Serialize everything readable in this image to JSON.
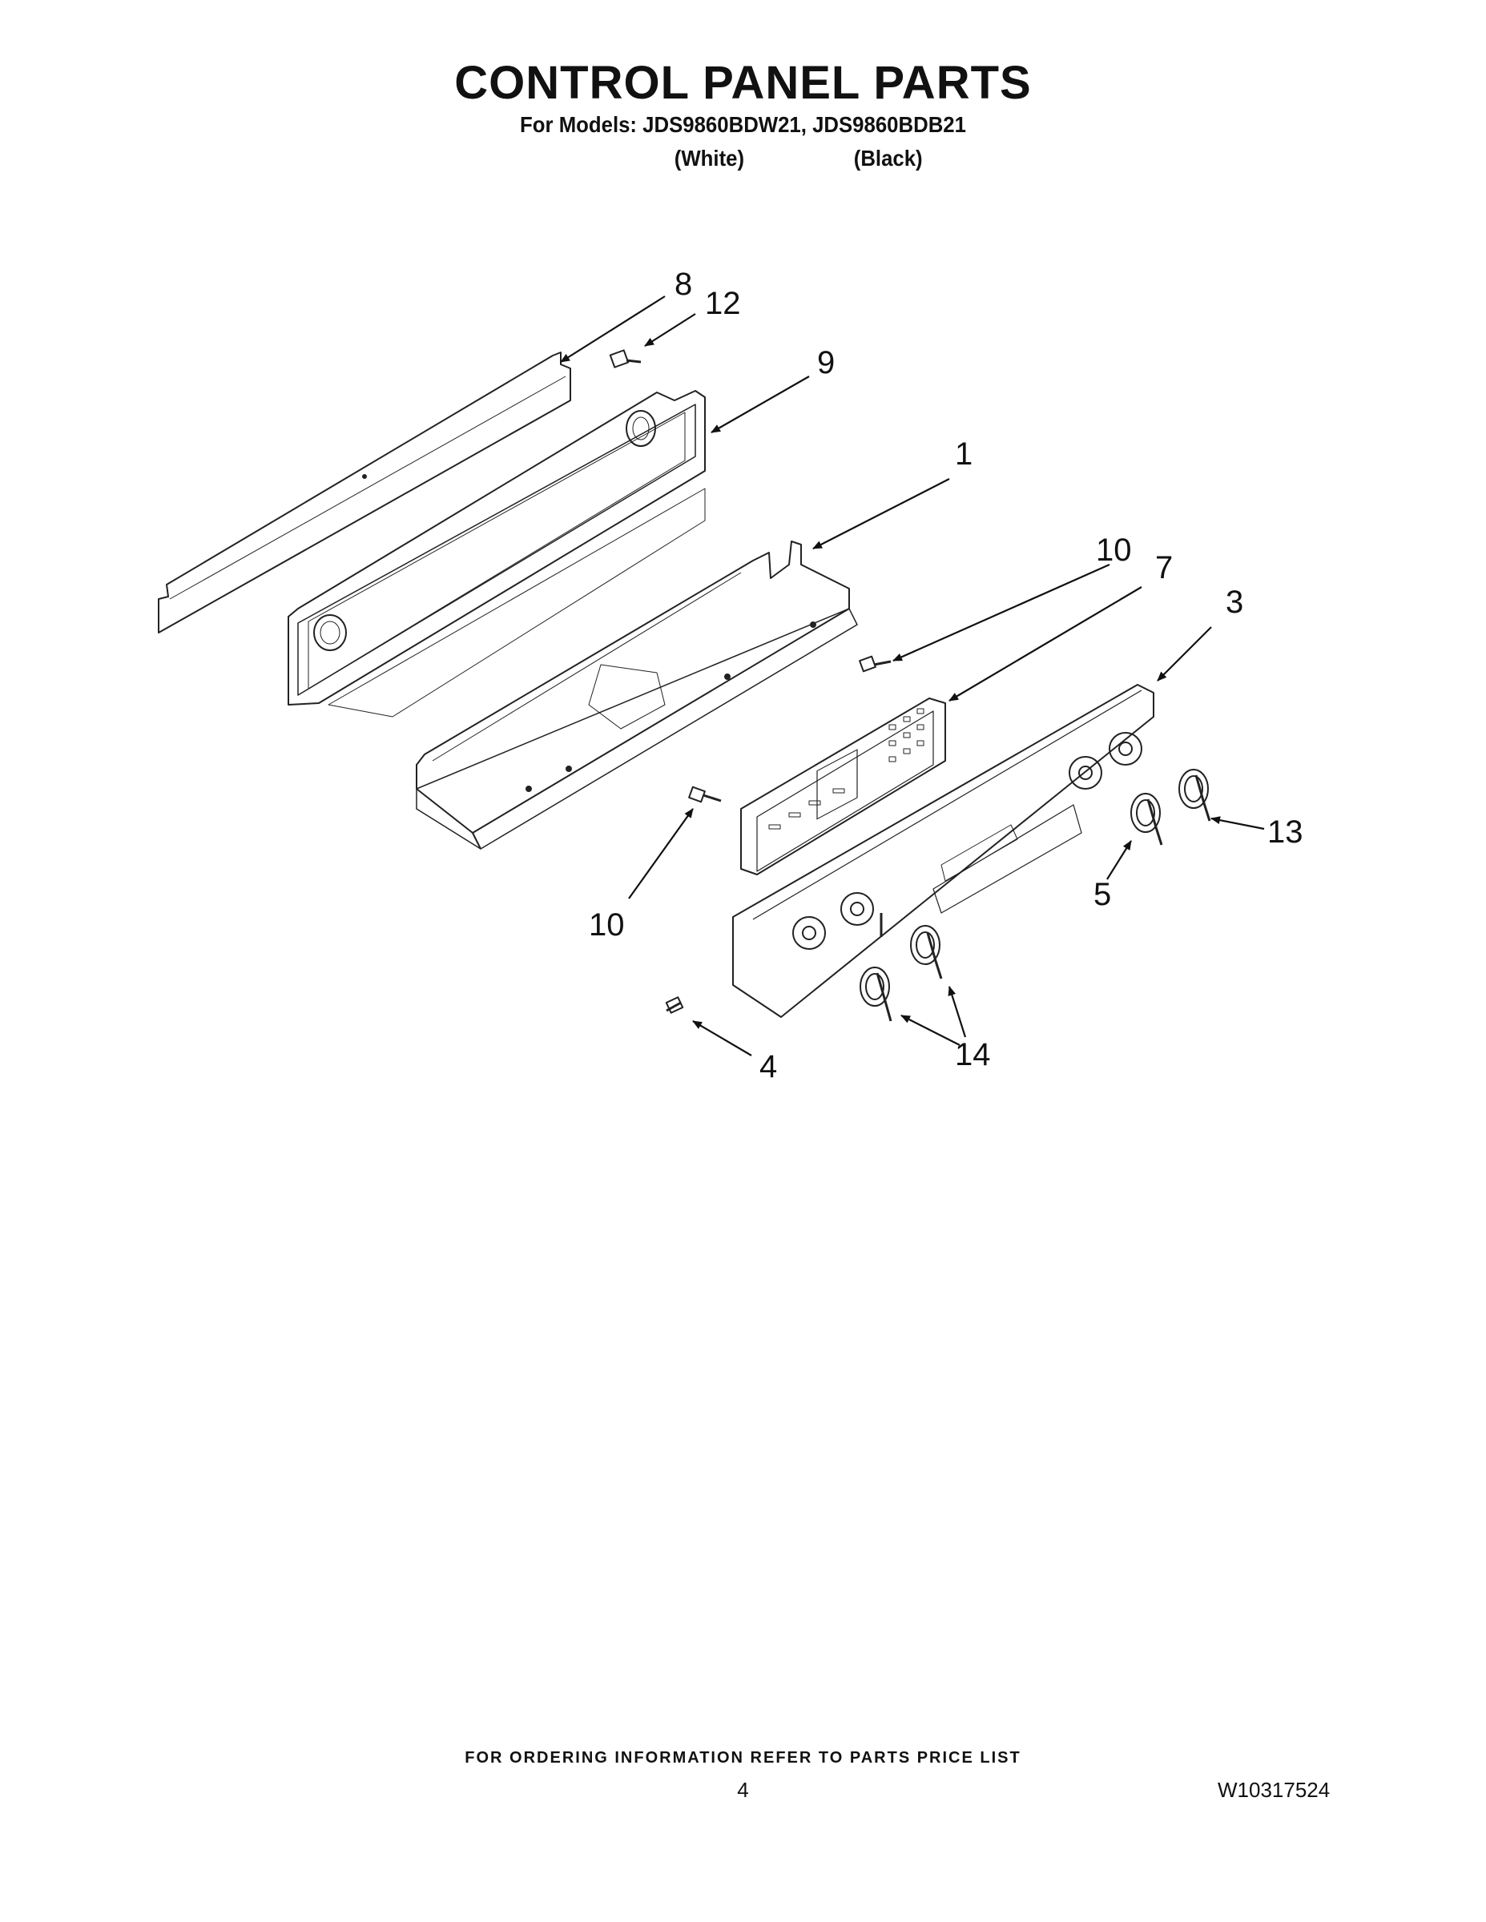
{
  "header": {
    "title": "CONTROL PANEL PARTS",
    "models_line": "For Models: JDS9860BDW21, JDS9860BDB21",
    "variant_white": "(White)",
    "variant_black": "(Black)"
  },
  "callouts": {
    "c8": "8",
    "c12": "12",
    "c9": "9",
    "c1": "1",
    "c10a": "10",
    "c7": "7",
    "c3": "3",
    "c13": "13",
    "c5": "5",
    "c10b": "10",
    "c4": "4",
    "c14": "14"
  },
  "footer": {
    "ordering_note": "FOR ORDERING INFORMATION REFER TO PARTS PRICE LIST",
    "page_number": "4",
    "document_number": "W10317524"
  }
}
